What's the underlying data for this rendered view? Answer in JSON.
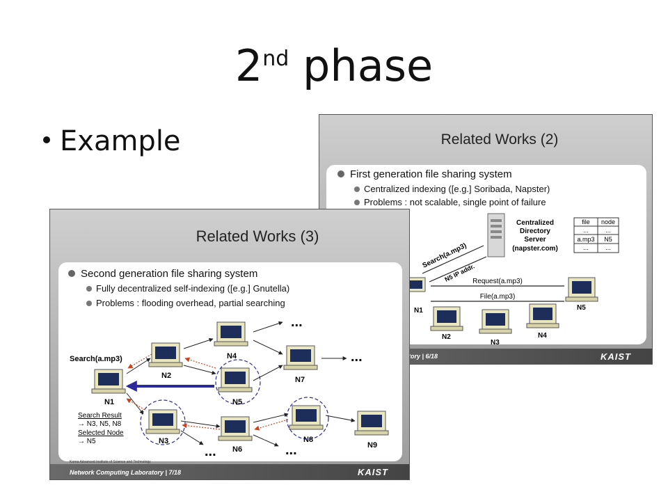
{
  "title": {
    "main": "2",
    "sup": "nd",
    "rest": " phase"
  },
  "bullet": "Example",
  "slide2": {
    "title": "Related Works (2)",
    "bullet": "First generation file sharing system",
    "sub1": "Centralized indexing ([e.g.] Soribada, Napster)",
    "sub2": "Problems : not scalable, single point of failure",
    "server": [
      "Centralized",
      "Directory",
      "Server"
    ],
    "server_name": "(napster.com)",
    "table_header": [
      "file",
      "node"
    ],
    "table_rows": [
      [
        "...",
        "..."
      ],
      [
        "a.mp3",
        "N5"
      ],
      [
        "...",
        "..."
      ]
    ],
    "search": "Search(a.mp3)",
    "ip": "N5 IP addr.",
    "request": "Request(a.mp3)",
    "file": "File(a.mp3)",
    "nodes": [
      "N1",
      "N2",
      "N3",
      "N4",
      "N5"
    ],
    "footer": "tory | 6/18",
    "logo": "KAIST"
  },
  "slide3": {
    "title": "Related Works (3)",
    "bullet": "Second generation file sharing system",
    "sub1": "Fully decentralized self-indexing ([e.g.] Gnutella)",
    "sub2": "Problems : flooding overhead, partial searching",
    "search": "Search(a.mp3)",
    "result_label": "Search Result",
    "result_value": "→ N3, N5, N8",
    "selected_label": "Selected Node",
    "selected_value": "→ N5",
    "nodes": [
      "N1",
      "N2",
      "N3",
      "N4",
      "N5",
      "N6",
      "N7",
      "N8",
      "N9"
    ],
    "ellipsis": "...",
    "footer_small": "Korea Advanced Institute of Science and Technology",
    "footer": "Network Computing Laboratory | 7/18",
    "logo": "KAIST"
  }
}
